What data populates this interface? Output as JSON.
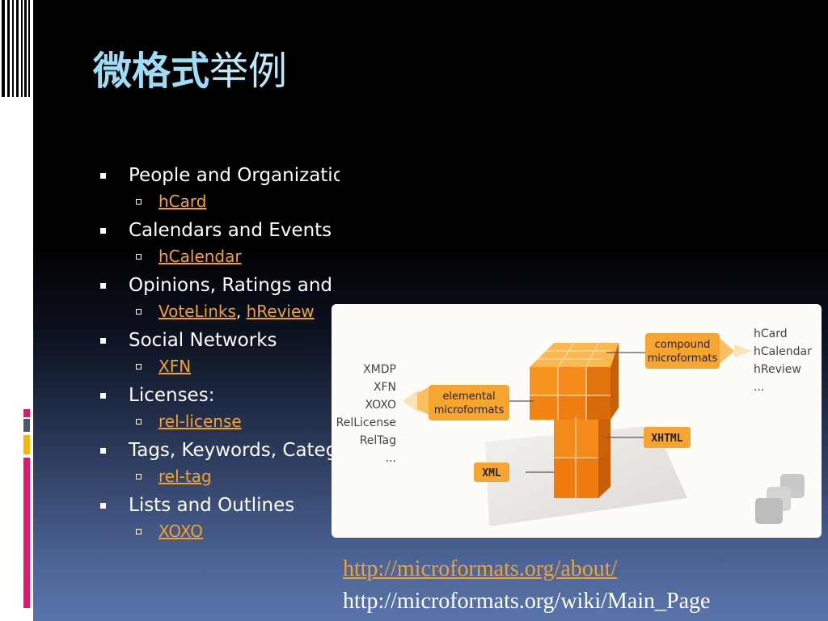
{
  "slide": {
    "title_bold": "微格式",
    "title_light": "举例"
  },
  "bullets": [
    {
      "label": "People and Organizations",
      "sub": [
        {
          "text": "hCard",
          "link": true
        }
      ]
    },
    {
      "label": "Calendars and Events",
      "sub": [
        {
          "text": "hCalendar",
          "link": true
        }
      ]
    },
    {
      "label": "Opinions, Ratings and Reviews",
      "sub": [
        {
          "text": "VoteLinks",
          "link": true
        },
        {
          "text": ", ",
          "link": false
        },
        {
          "text": "hReview",
          "link": true
        }
      ]
    },
    {
      "label": "Social Networks",
      "sub": [
        {
          "text": "XFN",
          "link": true
        }
      ]
    },
    {
      "label": "Licenses:",
      "sub": [
        {
          "text": "rel-license",
          "link": true
        }
      ]
    },
    {
      "label": "Tags, Keywords, Categories",
      "sub": [
        {
          "text": "rel-tag",
          "link": true
        }
      ]
    },
    {
      "label": "Lists and Outlines",
      "sub": [
        {
          "text": "XOXO",
          "link": true
        }
      ]
    }
  ],
  "diagram": {
    "compound_label_1": "compound",
    "compound_label_2": "microformats",
    "elemental_label_1": "elemental",
    "elemental_label_2": "microformats",
    "xhtml_label": "XHTML",
    "xml_label": "XML",
    "right_list": [
      "hCard",
      "hCalendar",
      "hReview",
      "..."
    ],
    "left_list": [
      "XMDP",
      "XFN",
      "XOXO",
      "RelLicense",
      "RelTag",
      "..."
    ],
    "accent_color": "#f7941d"
  },
  "links": {
    "about": "http://microformats.org/about/",
    "wiki": "http://microformats.org/wiki/Main_Page"
  },
  "colors": {
    "title": "#9fdcf6",
    "link": "#f6a12a",
    "accent_magenta": "#e6156e",
    "accent_yellow": "#f5b800",
    "accent_grey": "#4a5a6a"
  }
}
